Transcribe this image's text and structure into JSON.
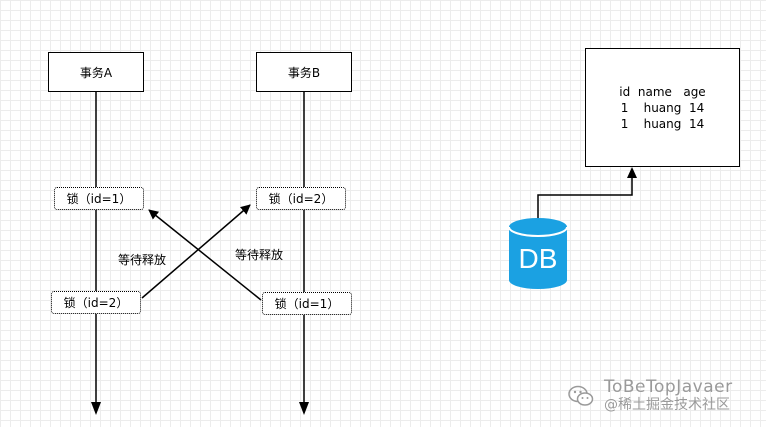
{
  "transactions": {
    "a": {
      "label": "事务A"
    },
    "b": {
      "label": "事务B"
    }
  },
  "locks": {
    "a_top": "锁（id=1）",
    "b_top": "锁（id=2）",
    "a_bottom": "锁（id=2）",
    "b_bottom": "锁（id=1）"
  },
  "wait_labels": {
    "left": "等待释放",
    "right": "等待释放"
  },
  "table": {
    "rows": [
      "id  name   age",
      "1    huang  14",
      "1    huang  14"
    ]
  },
  "database": {
    "label": "DB"
  },
  "watermark": {
    "line1": "ToBeTopJavaer",
    "line2": "@稀土掘金技术社区"
  },
  "colors": {
    "db_fill": "#1ba1e2",
    "line": "#000000",
    "watermark": "#9a9a9a"
  }
}
